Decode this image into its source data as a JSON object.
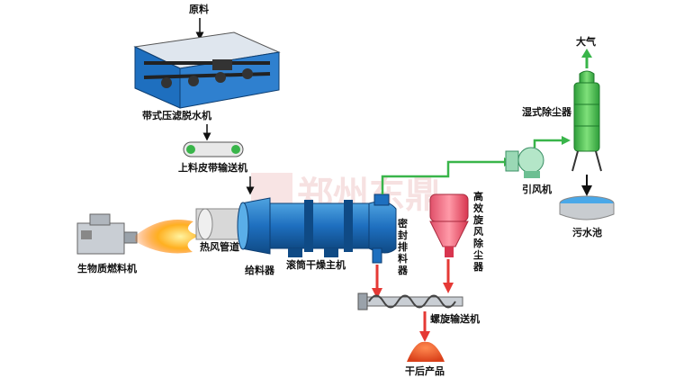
{
  "labels": {
    "raw_material": "原料",
    "belt_press": "带式压滤脱水机",
    "belt_conveyor": "上料皮带输送机",
    "hot_air_duct": "热风管道",
    "biomass_burner": "生物质燃料机",
    "feeder": "给料器",
    "drum_dryer": "滚筒干燥主机",
    "sealed_discharger": "密封排料器",
    "cyclone": "高效旋风除尘器",
    "induced_fan": "引风机",
    "wet_scrubber": "湿式除尘器",
    "atmosphere": "大气",
    "sewage_pool": "污水池",
    "screw_conveyor": "螺旋输送机",
    "dried_product": "干后产品"
  },
  "watermark": "郑州东鼎",
  "colors": {
    "equipment_blue": "#1e6fbf",
    "pipe_green": "#39b54a",
    "flow_red": "#e53935",
    "flow_black": "#111111"
  }
}
